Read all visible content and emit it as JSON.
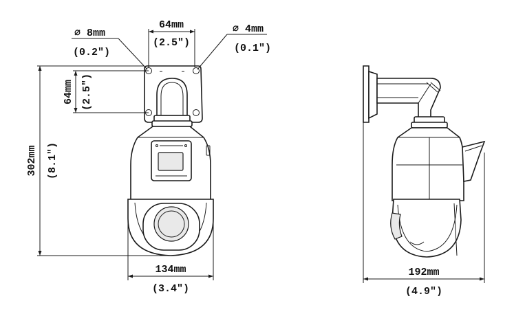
{
  "front_view": {
    "top_width_mm": "64mm",
    "top_width_in": "(2.5\")",
    "hole_large_mm": "∅ 8mm",
    "hole_large_in": "(0.2\")",
    "hole_small_mm": "∅ 4mm",
    "hole_small_in": "(0.1\")",
    "side_height_mm": "64mm",
    "side_height_in": "(2.5\")",
    "total_height_mm": "302mm",
    "total_height_in": "(8.1\")",
    "bottom_width_mm": "134mm",
    "bottom_width_in": "(3.4\")"
  },
  "side_view": {
    "bottom_width_mm": "192mm",
    "bottom_width_in": "(4.9\")"
  }
}
